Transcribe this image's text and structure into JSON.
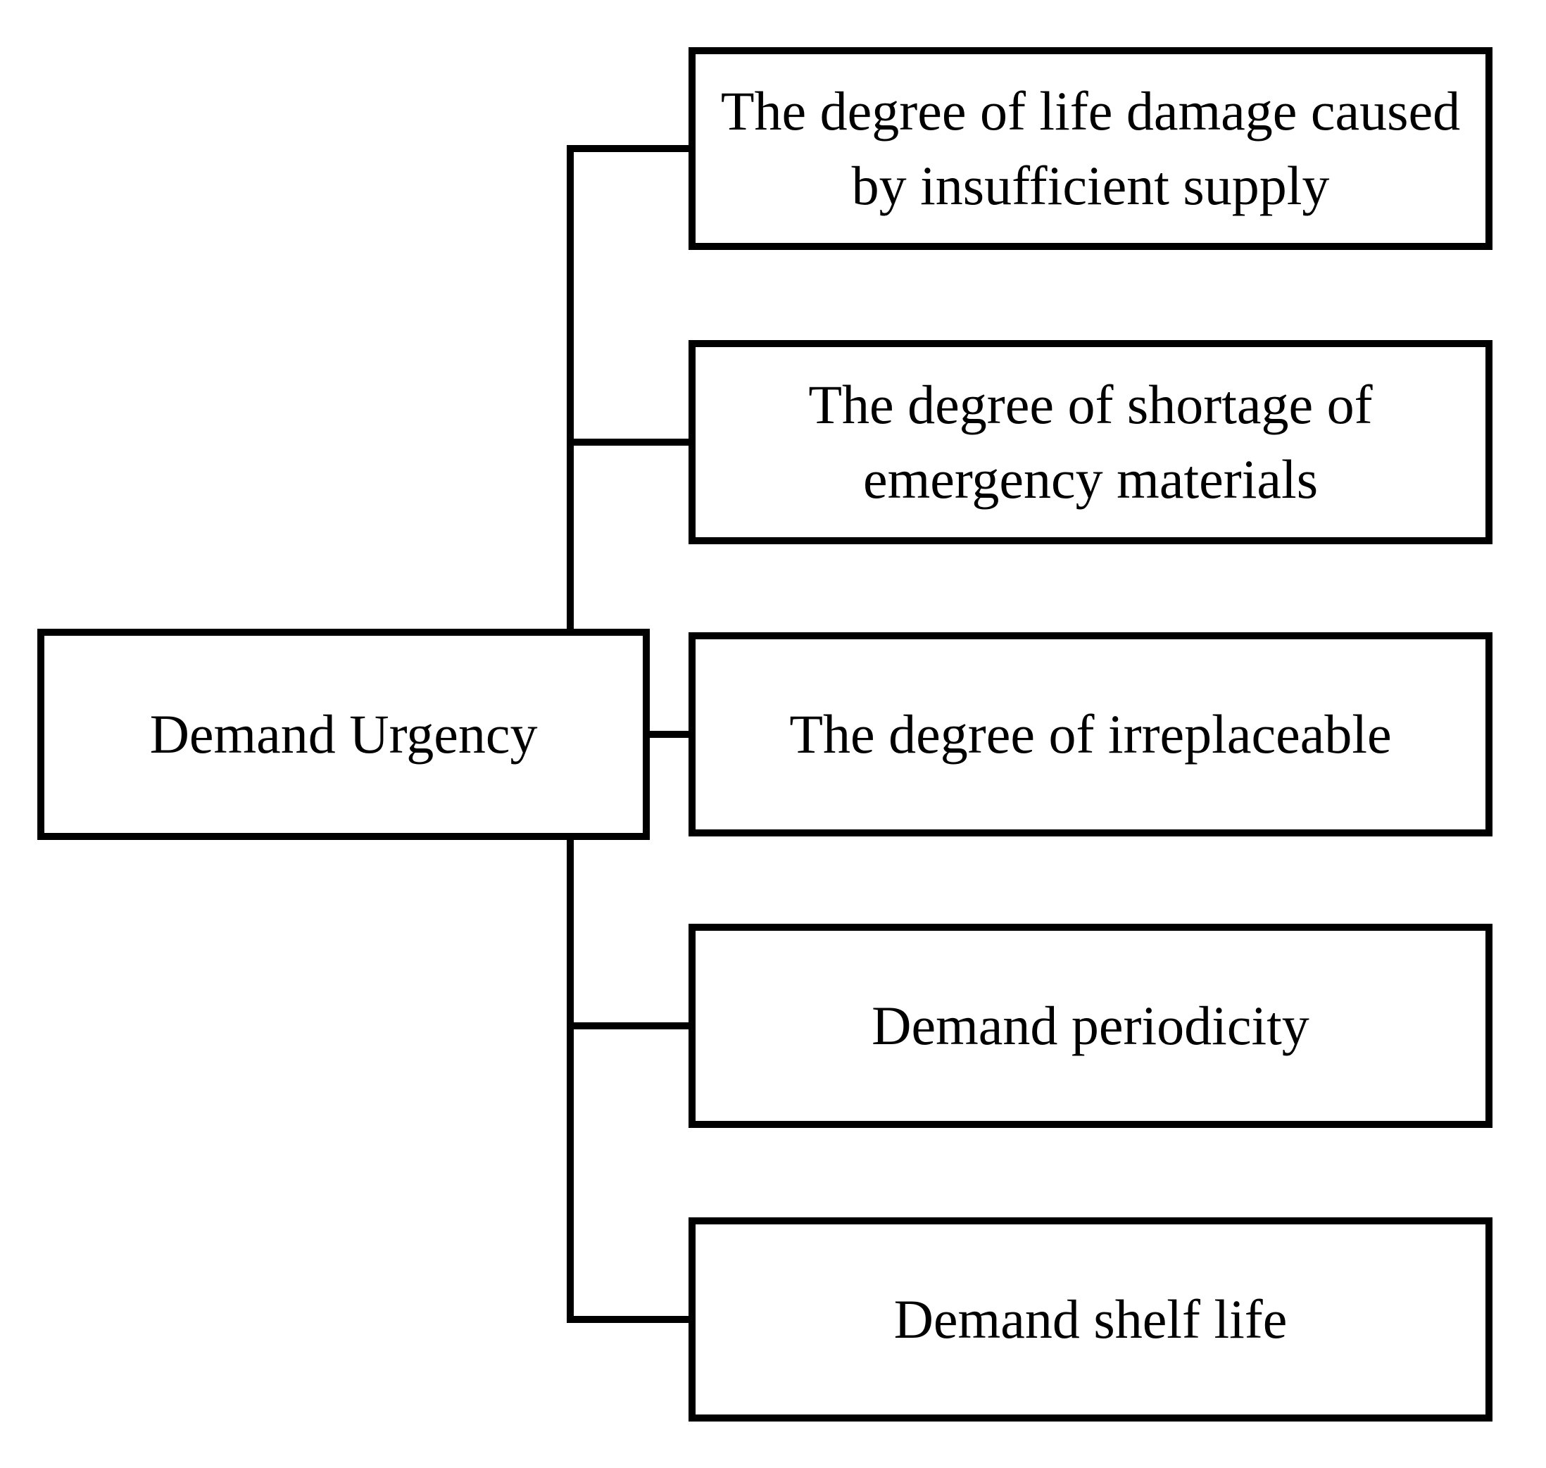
{
  "diagram": {
    "type": "hierarchy-tree",
    "root": {
      "label": "Demand Urgency",
      "lines": [
        "Demand Urgency"
      ]
    },
    "children": [
      {
        "label": "The degree of life damage caused by insufficient supply",
        "lines": [
          "The degree of life damage caused",
          "by insufficient supply"
        ]
      },
      {
        "label": "The degree of shortage of emergency materials",
        "lines": [
          "The degree of shortage of",
          "emergency materials"
        ]
      },
      {
        "label": "The degree of irreplaceable",
        "lines": [
          "The degree of irreplaceable"
        ]
      },
      {
        "label": "Demand periodicity",
        "lines": [
          "Demand periodicity"
        ]
      },
      {
        "label": "Demand shelf life",
        "lines": [
          "Demand shelf life"
        ]
      }
    ],
    "colors": {
      "background": "#ffffff",
      "box_fill": "#ffffff",
      "box_border": "#000000",
      "connector": "#000000",
      "text": "#000000"
    }
  }
}
